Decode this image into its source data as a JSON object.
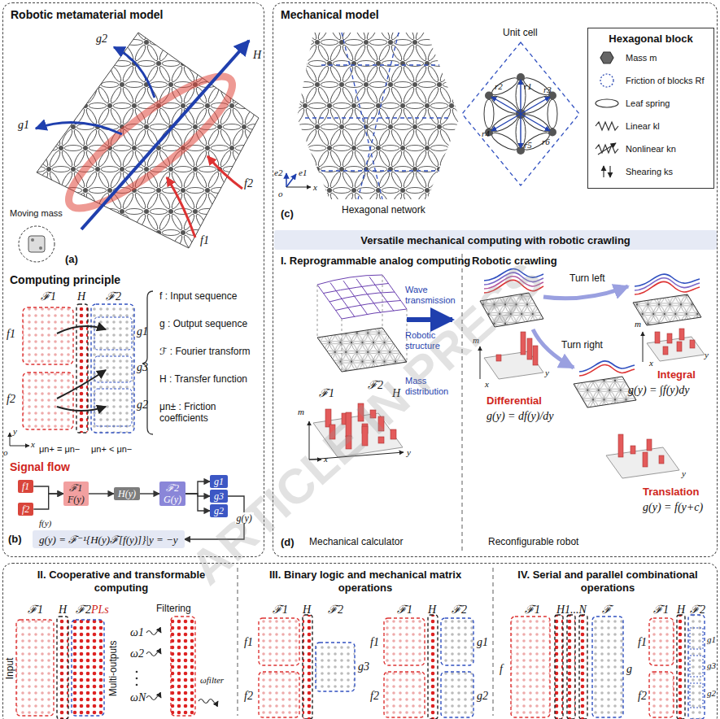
{
  "diagram": {
    "nodes": [
      {
        "text": [
          "Robotic metamaterial model"
        ]
      },
      {
        "text": [
          "f1"
        ],
        "in": 0
      },
      {
        "text": [
          "f2"
        ],
        "in": 0
      },
      {
        "text": [
          "ℱ1",
          "F(y)"
        ],
        "in": 0
      },
      {
        "text": [
          "H(y)"
        ],
        "in": 0
      },
      {
        "text": [
          "ℱ2",
          "G(y)"
        ],
        "in": 0
      },
      {
        "text": [
          "g1"
        ],
        "in": 0
      },
      {
        "text": [
          "g3"
        ],
        "in": 0
      },
      {
        "text": [
          "g2"
        ],
        "in": 0
      },
      {
        "text": [
          "g(y) = ℱ⁻¹{H(y)ℱ[f(y)]}|y = −y"
        ],
        "in": 0
      },
      {
        "text": [
          "Mechanical model"
        ]
      },
      {
        "text": [
          "Hexagonal block",
          "Mass m",
          "Friction of blocks Rf",
          "Leaf spring",
          "Linear kl",
          "Nonlinear kn",
          "Shearing ks"
        ],
        "in": 10
      },
      {
        "text": [
          "Versatile mechanical computing with robotic crawling"
        ],
        "in": 10
      },
      {
        "text": [
          "II. Cooperative and transformable computing",
          "III. Binary logic and mechanical matrix operations",
          "IV. Serial and parallel combinational operations"
        ]
      }
    ],
    "edges": [
      {
        "from": 1,
        "to": 3,
        "arrow": "to"
      },
      {
        "from": 2,
        "to": 3,
        "arrow": "to"
      },
      {
        "from": 3,
        "to": 4,
        "arrow": "to"
      },
      {
        "from": 4,
        "to": 5,
        "arrow": "to"
      },
      {
        "from": 5,
        "to": 6,
        "arrow": "to"
      },
      {
        "from": 5,
        "to": 7,
        "arrow": "to"
      },
      {
        "from": 5,
        "to": 8,
        "arrow": "to"
      },
      {
        "from": 7,
        "to": 9,
        "label": "g(y)",
        "arrow": "to"
      }
    ],
    "labels": [
      "(a)",
      "g2",
      "g1",
      "H",
      "f2",
      "f1",
      "Moving mass",
      "Computing principle",
      "ℱ1",
      "H",
      "ℱ2",
      "f1",
      "f2",
      "g1",
      "g3",
      "g2",
      "o",
      "x",
      "y",
      "μn+ = μn−",
      "μn+ < μn−",
      "f : Input sequence",
      "g : Output sequence",
      "ℱ : Fourier transform",
      "H : Transfer function",
      "μn± : Friction coefficients",
      "Signal flow",
      "f(y)",
      "(b)",
      "(c)",
      "Hexagonal network",
      "Unit cell",
      "r1",
      "r2",
      "r3",
      "r4",
      "r5",
      "r6",
      "e2",
      "e1",
      "o",
      "x",
      "I. Reprogrammable analog computing",
      "Wave transmission",
      "Robotic structure",
      "Mass distribution",
      "ℱ2",
      "H",
      "ℱ1",
      "m",
      "x",
      "y",
      "Mechanical calculator",
      "(d)",
      "Robotic crawling",
      "Turn left",
      "Turn right",
      "Differential",
      "g(y) = df(y)/dy",
      "Integral",
      "g(y) = ∫f(y)dy",
      "Translation",
      "g(y) = f(y+c)",
      "Reconfigurable robot",
      "m",
      "x",
      "y",
      "m",
      "x",
      "y",
      "y",
      "ℱ1",
      "H",
      "ℱ2",
      "PLs",
      "Input",
      "Multi-outputs",
      "Filtering",
      "ω1",
      "ω2",
      "ωN",
      "ωfilter",
      "ℱ1",
      "H",
      "ℱ2",
      "f1",
      "f2",
      "g3",
      "ℱ1",
      "H",
      "ℱ2",
      "f1",
      "f2",
      "g1",
      "g2",
      "ℱ1",
      "H1...N",
      "ℱ",
      "f",
      "g",
      "ℱ1",
      "H",
      "ℱ2",
      "f1",
      "f2",
      "g1",
      "g3",
      "g2",
      "ARTICLE IN PRESS"
    ]
  }
}
